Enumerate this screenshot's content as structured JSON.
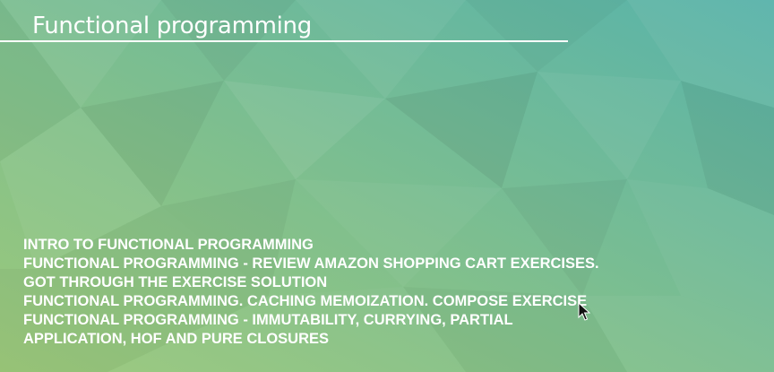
{
  "slide": {
    "title": "Functional programming",
    "topics": [
      "INTRO TO FUNCTIONAL PROGRAMMING",
      "FUNCTIONAL PROGRAMMING - REVIEW AMAZON SHOPPING CART EXERCISES.",
      "GOT THROUGH THE EXERCISE SOLUTION",
      "FUNCTIONAL PROGRAMMING. CACHING MEMOIZATION. COMPOSE EXERCISE",
      "FUNCTIONAL PROGRAMMING - IMMUTABILITY, CURRYING, PARTIAL",
      "APPLICATION, HOF AND PURE CLOSURES"
    ]
  },
  "theme": {
    "text_color": "#ffffff",
    "background_green": "#8cc48a",
    "background_teal": "#5fb5a8"
  },
  "icons": {
    "cursor": "mouse-pointer-icon"
  }
}
